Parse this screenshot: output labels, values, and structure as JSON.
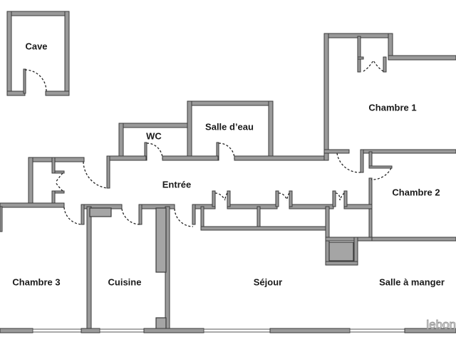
{
  "plan": {
    "rooms": [
      {
        "id": "cave",
        "label": "Cave"
      },
      {
        "id": "chambre1",
        "label": "Chambre 1"
      },
      {
        "id": "wc",
        "label": "WC"
      },
      {
        "id": "salle_eau",
        "label": "Salle d’eau"
      },
      {
        "id": "entree",
        "label": "Entrée"
      },
      {
        "id": "chambre2",
        "label": "Chambre 2"
      },
      {
        "id": "chambre3",
        "label": "Chambre 3"
      },
      {
        "id": "cuisine",
        "label": "Cuisine"
      },
      {
        "id": "sejour",
        "label": "Séjour"
      },
      {
        "id": "salle_a_manger",
        "label": "Salle à manger"
      }
    ],
    "colors": {
      "wall": "#9a9a9a",
      "wall_outline": "#3a3a3a",
      "background": "#ffffff",
      "text": "#1a1a1a"
    }
  },
  "watermark": "lebon"
}
